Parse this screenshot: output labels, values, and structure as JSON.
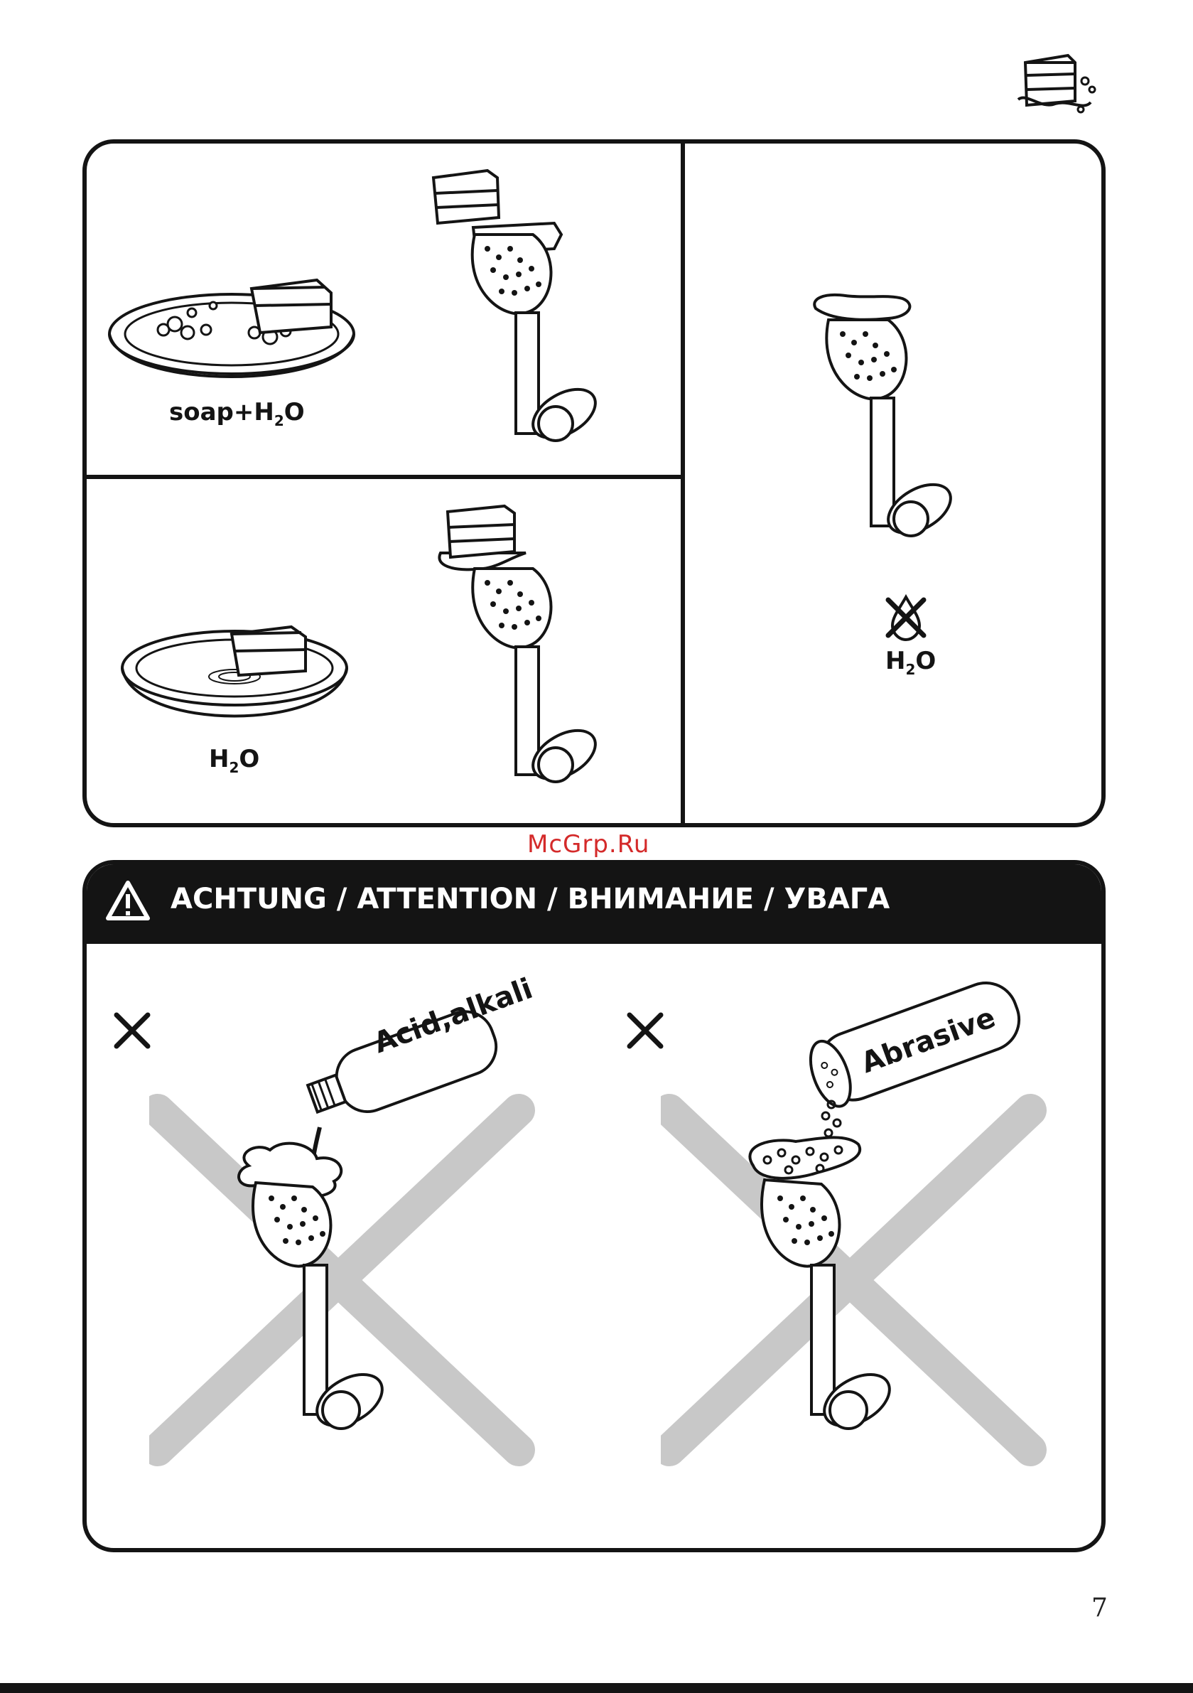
{
  "watermark": "McGrp.Ru",
  "panels": {
    "top_left": {
      "label_main": "soap+H",
      "label_sub": "2",
      "label_end": "O"
    },
    "bottom_left": {
      "label_main": "H",
      "label_sub": "2",
      "label_end": "O"
    },
    "right": {
      "label_main": "H",
      "label_sub": "2",
      "label_end": "O"
    }
  },
  "warning": {
    "title": "ACHTUNG / ATTENTION / ВНИМАНИЕ / УВАГА",
    "left_bottle_label": "Acid,alkali",
    "right_bottle_label": "Abrasive"
  },
  "page_number": "7",
  "colors": {
    "ink": "#141414",
    "cross_grey": "#c8c8c8",
    "watermark": "#d42a2a"
  }
}
